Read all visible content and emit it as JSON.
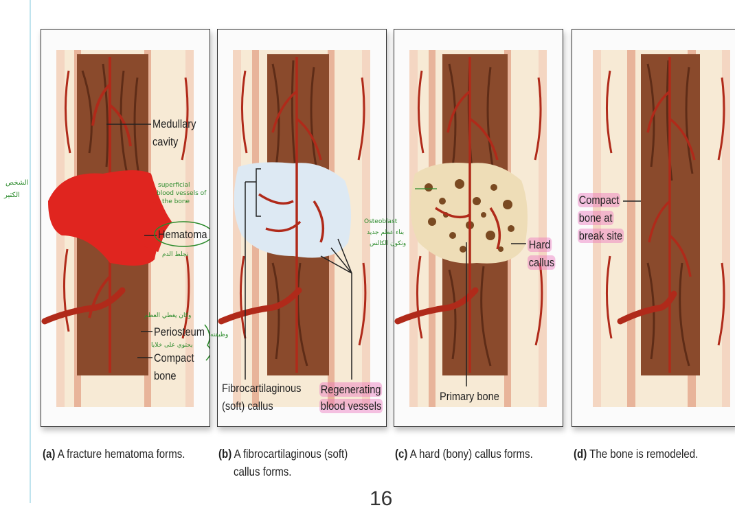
{
  "panels": [
    {
      "caption_letter": "(a)",
      "caption_text": " A fracture hematoma forms."
    },
    {
      "caption_letter": "(b)",
      "caption_text": " A fibrocartilaginous (soft)",
      "caption_text2": "callus forms."
    },
    {
      "caption_letter": "(c)",
      "caption_text": " A hard (bony) callus forms."
    },
    {
      "caption_letter": "(d)",
      "caption_text": " The bone is remodeled."
    }
  ],
  "labels": {
    "medullary": "Medullary",
    "cavity": "cavity",
    "hematoma": "Hematoma",
    "periosteum": "Periosteum",
    "compact": "Compact",
    "bone": "bone",
    "fibro_1": "Fibrocartilaginous",
    "fibro_2": "(soft) callus",
    "regen_1": "Regenerating",
    "regen_2": "blood vessels",
    "primary": "Primary bone",
    "hard_1": "Hard",
    "hard_2": "callus",
    "cb_1": "Compact",
    "cb_2": "bone at",
    "cb_3": "break site"
  },
  "annotations": {
    "left_margin_1": "الشخص",
    "left_margin_2": "الكثير",
    "a_note_1": "superficial",
    "a_note_2": "blood vessels of",
    "a_note_3": "the bone",
    "a_note_hema": "تجلط الدم",
    "a_note_peri_1": "وكان يغطي العظم",
    "a_note_peri_2": "يحتوي على خلايا",
    "a_note_peri_right": "وظيفته",
    "c_note_1": "Osteoblast",
    "c_note_2": "بناء عظم جديد",
    "c_note_3": "وتكون الكالس"
  },
  "page_number": "16",
  "colors": {
    "periosteum": "#f4d6c2",
    "compact_bone": "#f7ead5",
    "marrow": "#8a4a2c",
    "vessel": "#b02a1a",
    "hematoma": "#e0251f",
    "callus_soft": "#dde9f3",
    "highlight": "#ec78be",
    "ink": "#2a8a2a"
  }
}
